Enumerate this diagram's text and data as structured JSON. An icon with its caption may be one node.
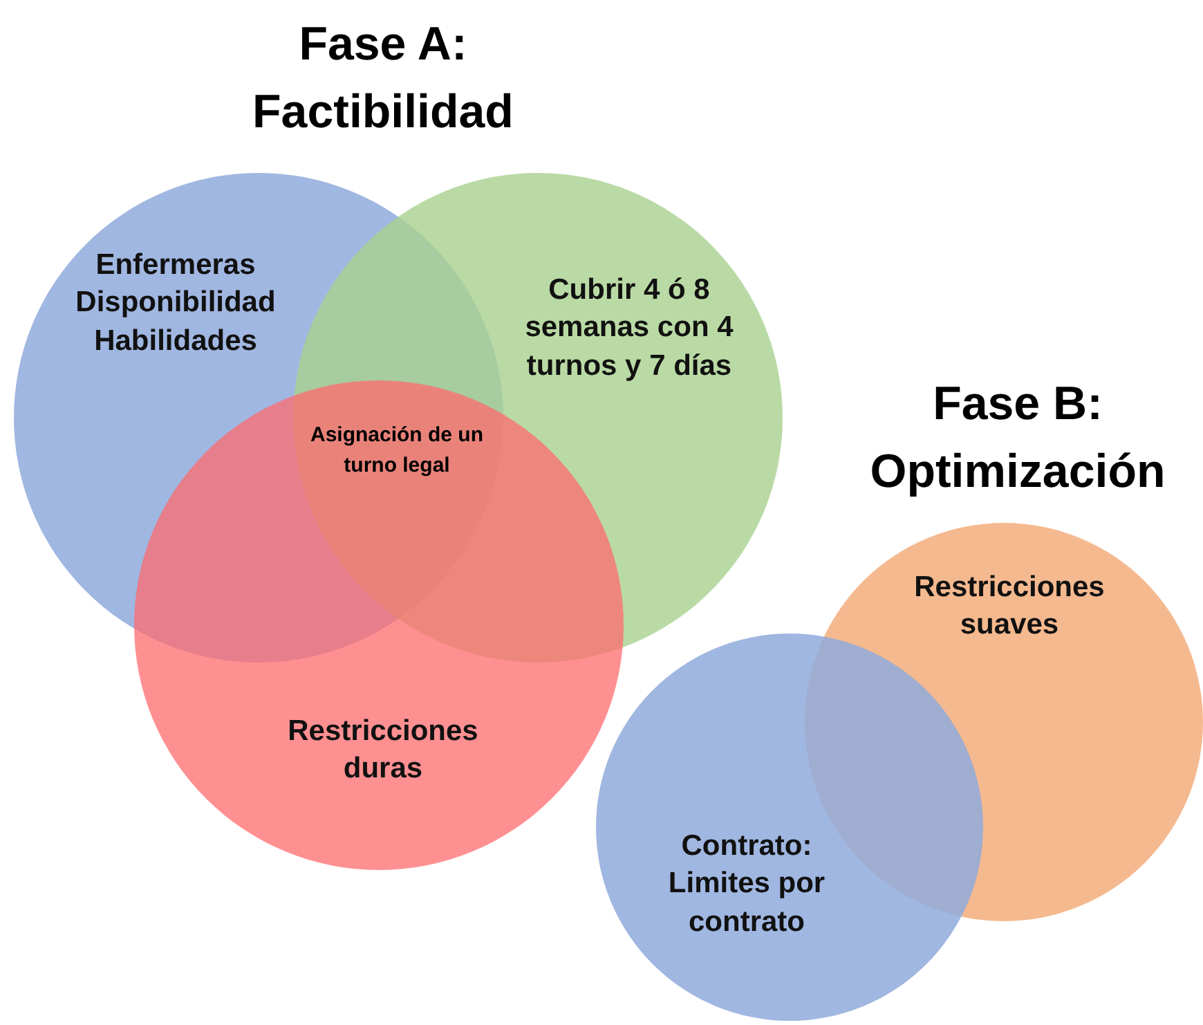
{
  "diagram": {
    "nodes": [
      {
        "text": [
          "Enfermeras Disponibilidad Habilidades"
        ]
      },
      {
        "text": [
          "Cubrir 4 ó 8 semanas con 4 turnos y 7 días"
        ]
      },
      {
        "text": [
          "Restricciones duras"
        ]
      },
      {
        "text": [
          "Restricciones suaves"
        ]
      },
      {
        "text": [
          "Contrato: Limites por contrato"
        ]
      }
    ],
    "edges": [],
    "labels": [
      "Fase A: Factibilidad",
      "Asignación de un turno legal",
      "Fase B: Optimización"
    ]
  }
}
